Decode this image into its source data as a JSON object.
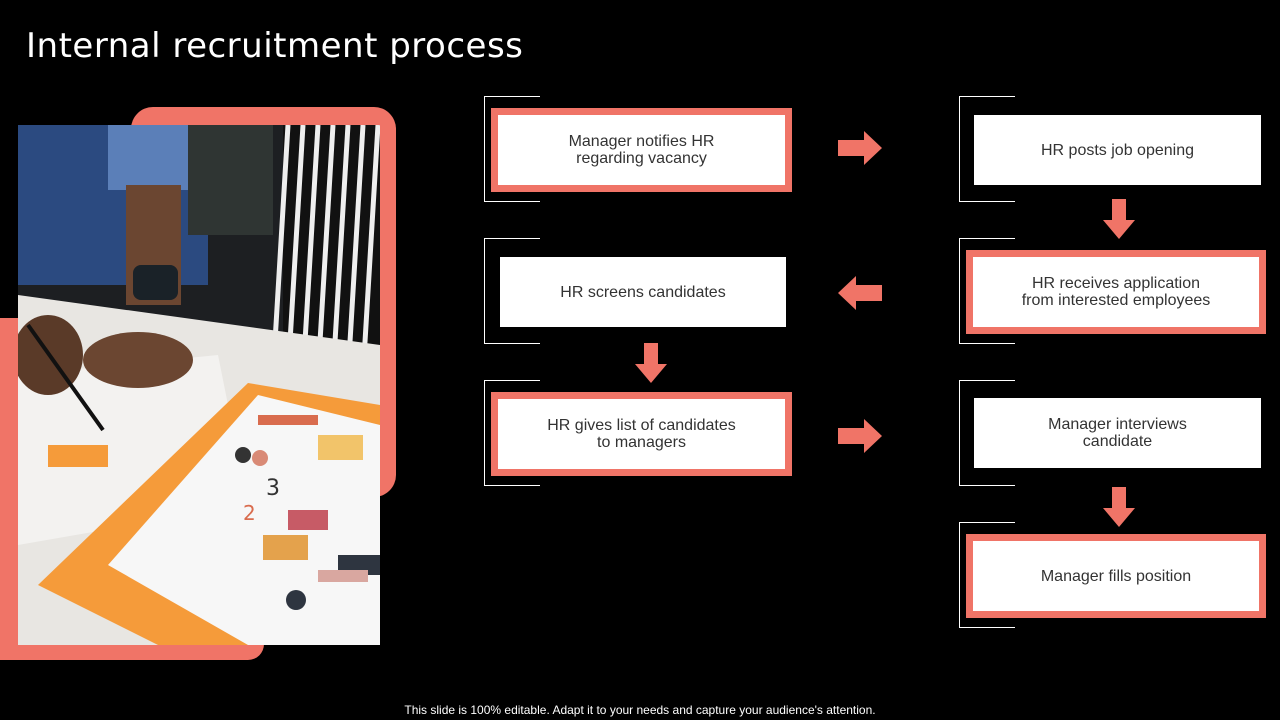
{
  "title": "Internal recruitment process",
  "footer": "This slide is 100% editable. Adapt it to your needs and capture your audience's attention.",
  "colors": {
    "accent": "#f07467",
    "background": "#000000",
    "box": "#ffffff"
  },
  "steps": [
    {
      "label": "Manager notifies HR\nregarding vacancy",
      "highlighted": true
    },
    {
      "label": "HR posts job opening",
      "highlighted": false
    },
    {
      "label": "HR receives application\nfrom interested employees",
      "highlighted": true
    },
    {
      "label": "HR screens candidates",
      "highlighted": false
    },
    {
      "label": "HR gives list of candidates\nto managers",
      "highlighted": true
    },
    {
      "label": "Manager interviews\ncandidate",
      "highlighted": false
    },
    {
      "label": "Manager fills position",
      "highlighted": true
    }
  ],
  "photo": {
    "description_icon": "team-meeting-photo"
  }
}
